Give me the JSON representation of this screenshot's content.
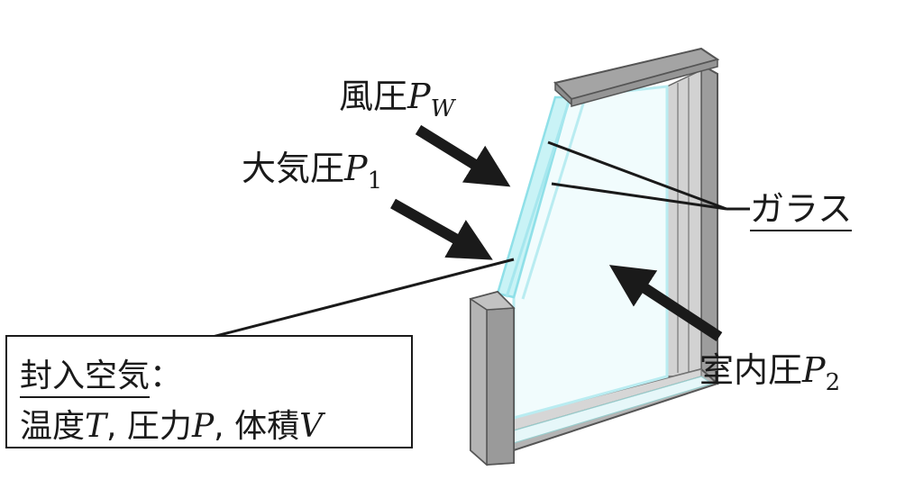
{
  "labels": {
    "wind_pressure": "風圧",
    "wind_symbol": "P",
    "wind_subscript": "W",
    "atm_pressure": "大気圧",
    "atm_symbol": "P",
    "atm_subscript": "1",
    "glass": "ガラス",
    "indoor_pressure": "室内圧",
    "indoor_symbol": "P",
    "indoor_subscript": "2"
  },
  "sealed_air": {
    "title": "封入空気",
    "colon": "：",
    "temperature_label": "温度",
    "temperature_symbol": "T",
    "pressure_label": "圧力",
    "pressure_symbol": "P",
    "volume_label": "体積",
    "volume_symbol": "V",
    "separator": ", "
  },
  "colors": {
    "frame_face": "#a8a8a8",
    "frame_dark": "#8a8a8a",
    "frame_light": "#c9c9c9",
    "glass_pane": "#f1fcfd",
    "glass_edge": "#b9ecf1",
    "arrow": "#1a1a1a"
  }
}
